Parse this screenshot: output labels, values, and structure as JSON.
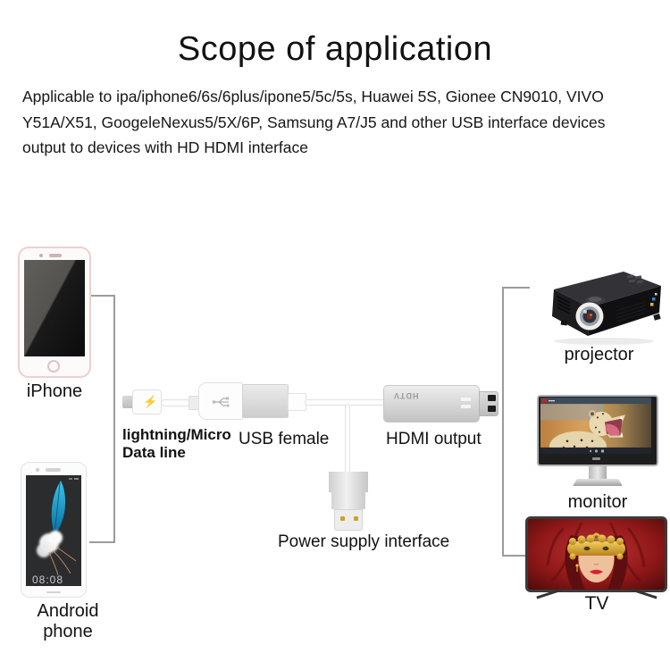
{
  "header": {
    "title": "Scope of application",
    "description": "Applicable to ipa/iphone6/6s/6plus/ipone5/5c/5s, Huawei 5S, Gionee CN9010, VIVO Y51A/X51, GoogeleNexus5/5X/6P, Samsung A7/J5 and other USB interface devices output to devices with HD HDMI interface"
  },
  "sources": {
    "iphone_label": "iPhone",
    "android_label": "Android phone",
    "android_clock": "08:08"
  },
  "adapter": {
    "lightning_line1": "lightning/Micro",
    "lightning_line2": "Data line",
    "usb_female_label": "USB female",
    "hdmi_output_label": "HDMI output",
    "power_supply_label": "Power supply interface",
    "hdtv_marking": "HDTV",
    "lightning_bolt_glyph": "⚡"
  },
  "outputs": {
    "projector_label": "projector",
    "monitor_label": "monitor",
    "tv_label": "TV"
  },
  "colors": {
    "background": "#ffffff",
    "text": "#161616",
    "connector_lines": "#9b9b9b",
    "iphone_frame": "#ecd0d2",
    "adapter_silver": "#d6d6d6",
    "feather_blue": "#29a8dc",
    "tv_scene_red": "#8d1717",
    "mask_gold": "#d8ae3c"
  }
}
